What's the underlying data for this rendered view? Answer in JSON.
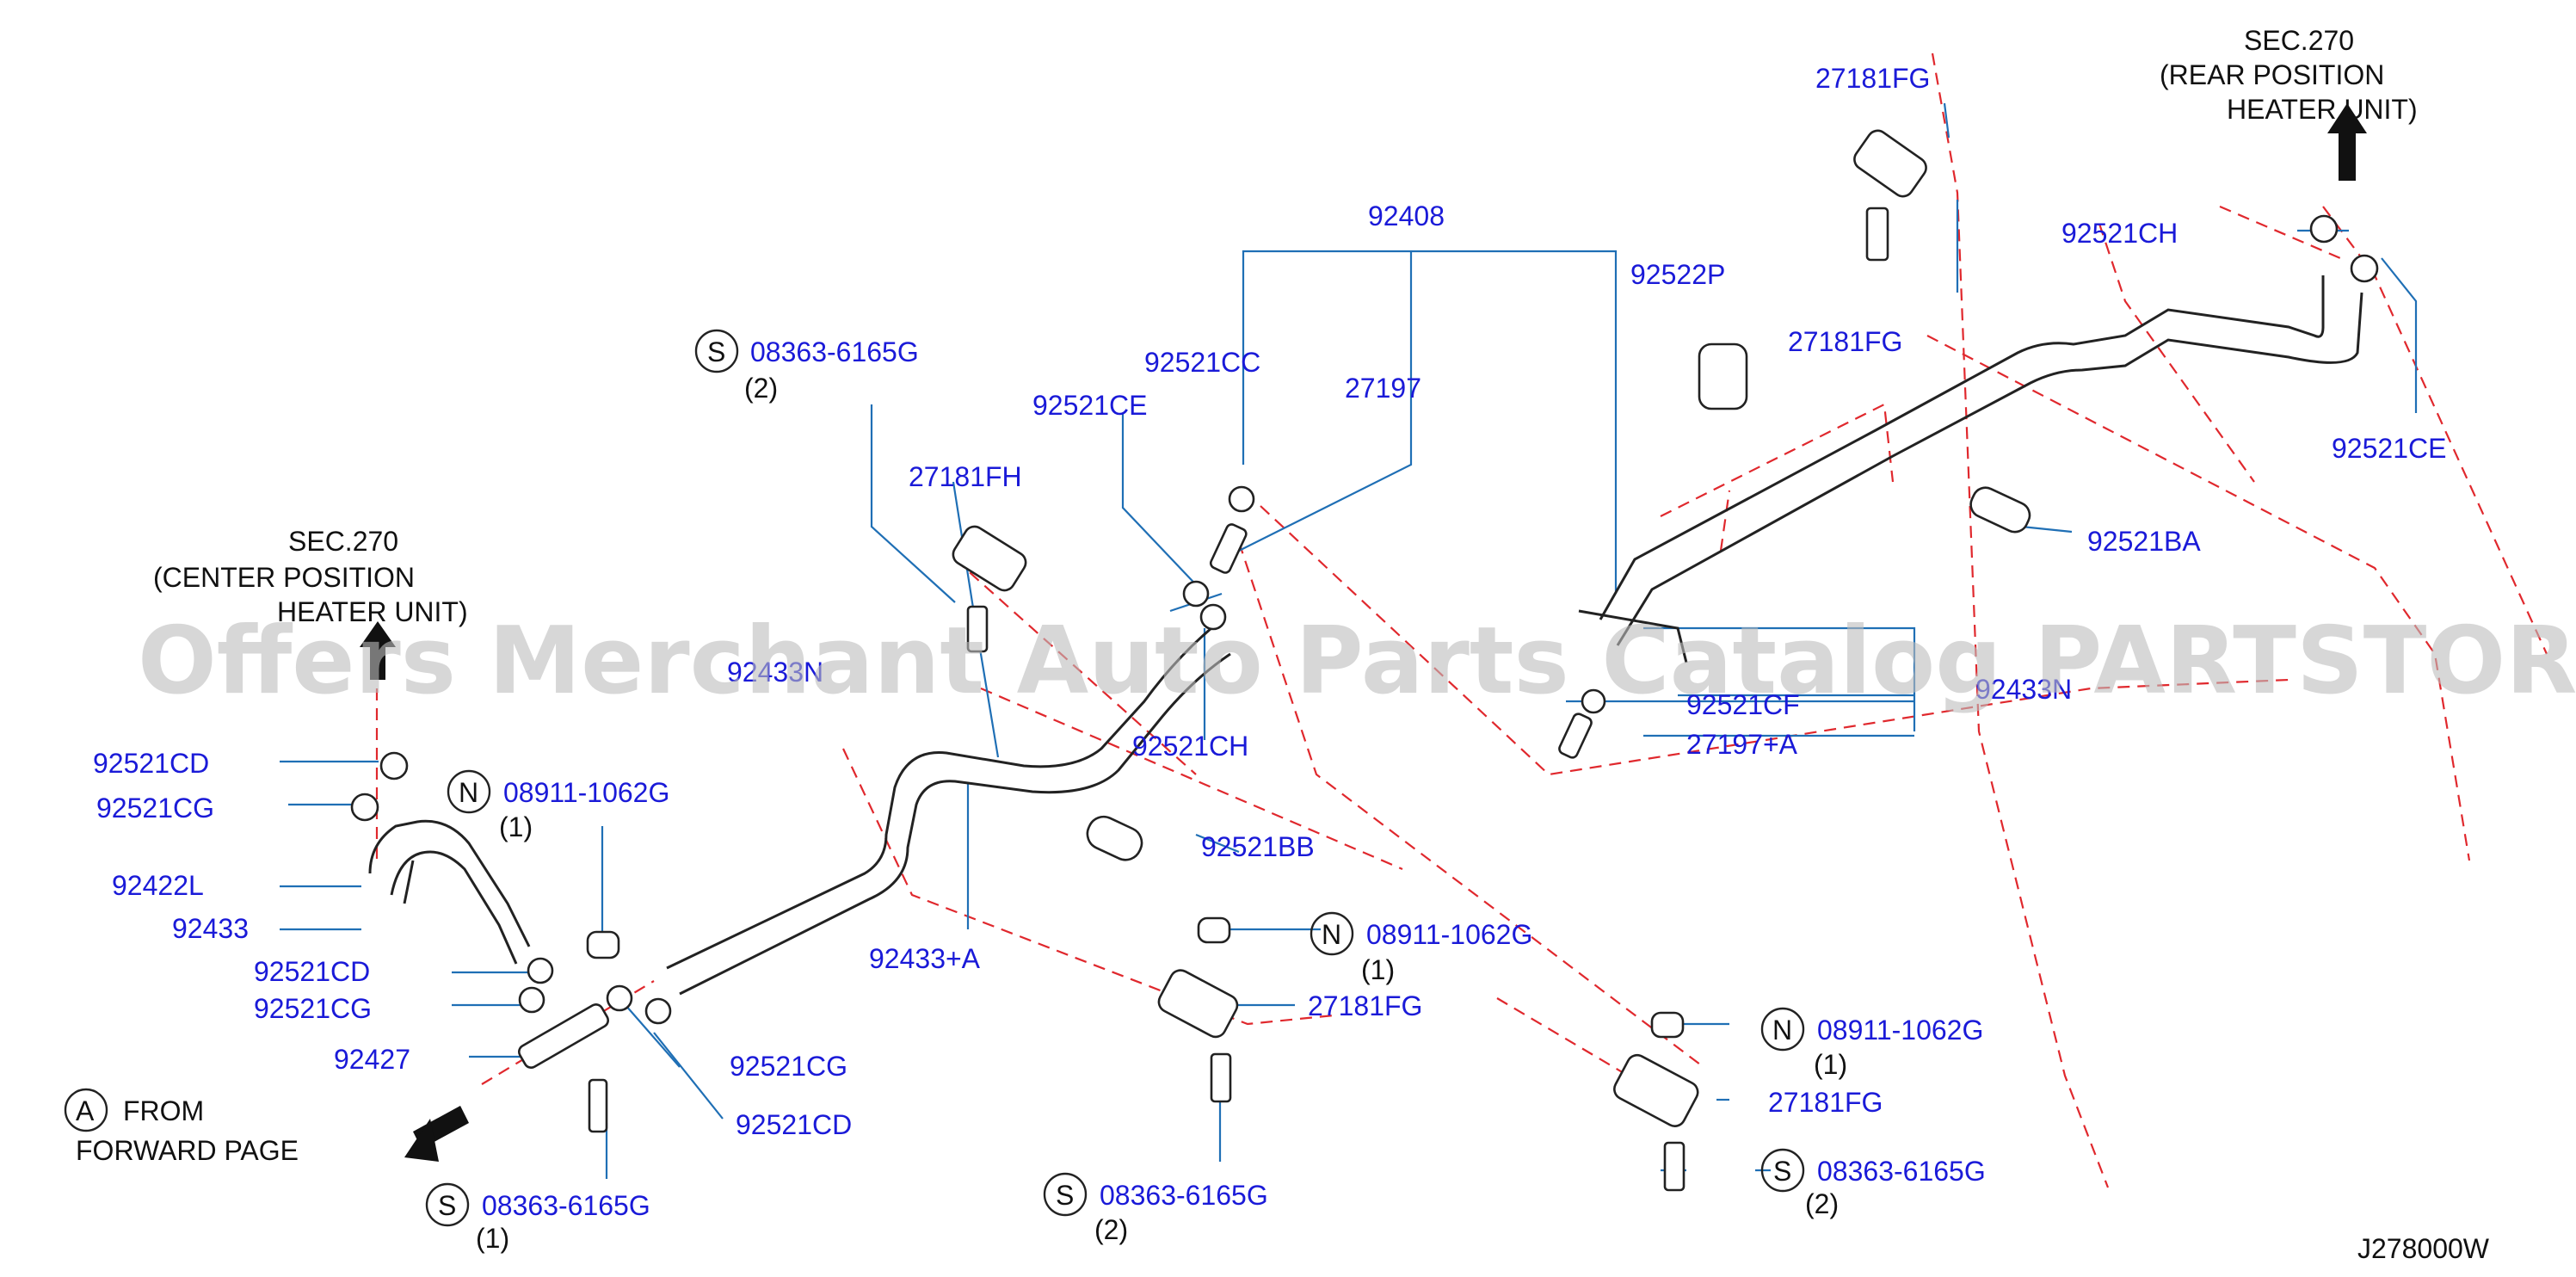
{
  "diagram": {
    "section_rear": {
      "line1": "SEC.270",
      "line2": "(REAR  POSITION",
      "line3": "HEATER  UNIT)"
    },
    "section_center": {
      "line1": "SEC.270",
      "line2": "(CENTER  POSITION",
      "line3": "HEATER  UNIT)"
    },
    "from_note": {
      "marker": "A",
      "line1": "FROM",
      "line2": "FORWARD  PAGE"
    },
    "part_labels": [
      "27181FG",
      "92408",
      "92521CH",
      "27181FG",
      "92522P",
      "92521CC",
      "27197",
      "92521CE",
      "92521CE",
      "27181FH",
      "92521BA",
      "92433N",
      "92521CF",
      "92433N",
      "27197+A",
      "92521CH",
      "92521CD",
      "92521CG",
      "92422L",
      "92433",
      "92521BB",
      "92433+A",
      "92521CD",
      "92521CG",
      "92427",
      "27181FG",
      "92521CG",
      "92521CD",
      "27181FG"
    ],
    "callouts": [
      {
        "marker": "S",
        "code": "08363-6165G",
        "qty": "(2)"
      },
      {
        "marker": "N",
        "code": "08911-1062G",
        "qty": "(1)"
      },
      {
        "marker": "N",
        "code": "08911-1062G",
        "qty": "(1)"
      },
      {
        "marker": "N",
        "code": "08911-1062G",
        "qty": "(1)"
      },
      {
        "marker": "S",
        "code": "08363-6165G",
        "qty": "(2)"
      },
      {
        "marker": "S",
        "code": "08363-6165G",
        "qty": "(2)"
      },
      {
        "marker": "S",
        "code": "08363-6165G",
        "qty": "(1)"
      }
    ],
    "diagram_code": "J278000W",
    "watermark": "Offers Merchant Auto Parts Catalog PARTSTORE.SA"
  },
  "colors": {
    "label": "#1a1ad8",
    "leader": "#1f6fb5",
    "centerline": "#e0282d"
  }
}
